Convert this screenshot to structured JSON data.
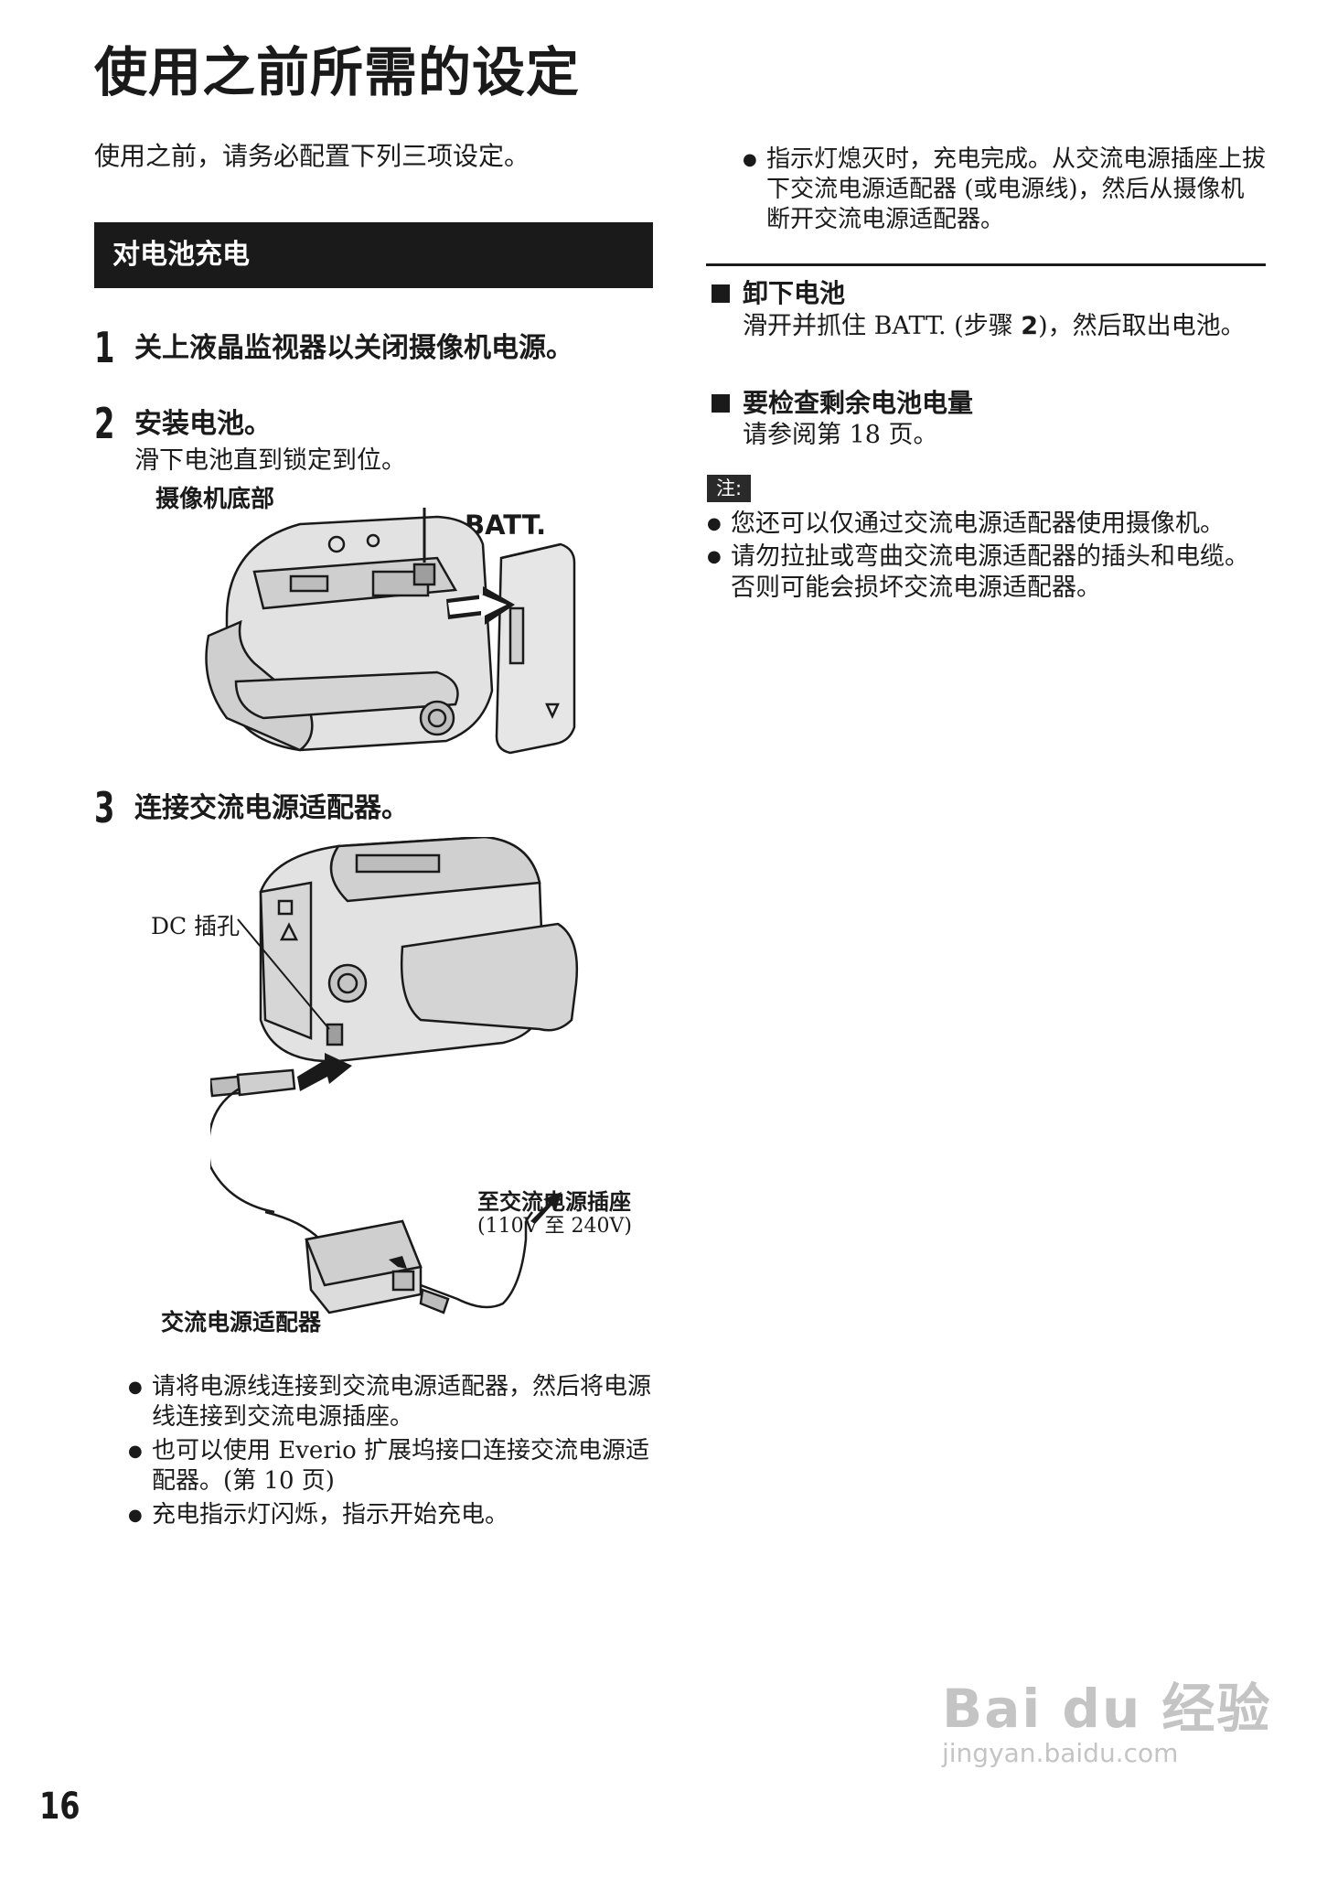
{
  "title": "使用之前所需的设定",
  "intro": "使用之前，请务必配置下列三项设定。",
  "section_header": "对电池充电",
  "steps": [
    {
      "number": "1",
      "title": "关上液晶监视器以关闭摄像机电源。"
    },
    {
      "number": "2",
      "title": "安装电池。",
      "detail": "滑下电池直到锁定到位。",
      "caption": "摄像机底部",
      "label_batt": "BATT."
    },
    {
      "number": "3",
      "title": "连接交流电源适配器。",
      "label_dc": "DC 插孔",
      "label_outlet": "至交流电源插座",
      "label_voltage": "(110V 至 240V)",
      "label_adapter": "交流电源适配器"
    }
  ],
  "left_bullets": [
    "请将电源线连接到交流电源适配器，然后将电源线连接到交流电源插座。",
    "也可以使用 Everio 扩展坞接口连接交流电源适配器。(第 10 页)",
    "充电指示灯闪烁，指示开始充电。"
  ],
  "right_top_bullet": "指示灯熄灭时，充电完成。从交流电源插座上拔下交流电源适配器 (或电源线)，然后从摄像机断开交流电源适配器。",
  "remove_battery": {
    "heading": "卸下电池",
    "text_prefix": "滑开并抓住 BATT. (步骤 ",
    "text_step": "2",
    "text_suffix": ")，然后取出电池。"
  },
  "check_battery": {
    "heading": "要检查剩余电池电量",
    "text": "请参阅第 18 页。"
  },
  "note": {
    "tag": "注:",
    "items": [
      "您还可以仅通过交流电源适配器使用摄像机。",
      "请勿拉扯或弯曲交流电源适配器的插头和电缆。否则可能会损坏交流电源适配器。"
    ]
  },
  "page_number": "16",
  "watermark": {
    "main": "Bai du 经验",
    "sub": "jingyan.baidu.com"
  }
}
